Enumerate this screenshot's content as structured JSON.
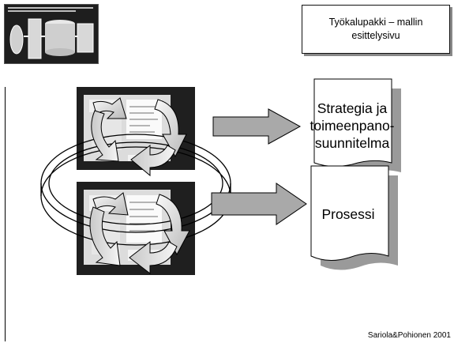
{
  "title": {
    "line1": "Työkalupakki – mallin",
    "line2": "esittelysivu"
  },
  "documents": {
    "strategy": {
      "line1": "Strategia ja",
      "line2": "toimeenpano-",
      "line3": "suunnitelma"
    },
    "process": "Prosessi"
  },
  "footer": "Sariola&Pohionen 2001",
  "icons": [
    "cycle-arrows-icon",
    "right-arrow-icon",
    "document-icon"
  ],
  "colors": {
    "document_fill": "#ffffff",
    "document_shadow": "#9a9a9a",
    "arrow_fill": "#a9a9a9",
    "screenshot_bg": "#1e1e1e"
  }
}
